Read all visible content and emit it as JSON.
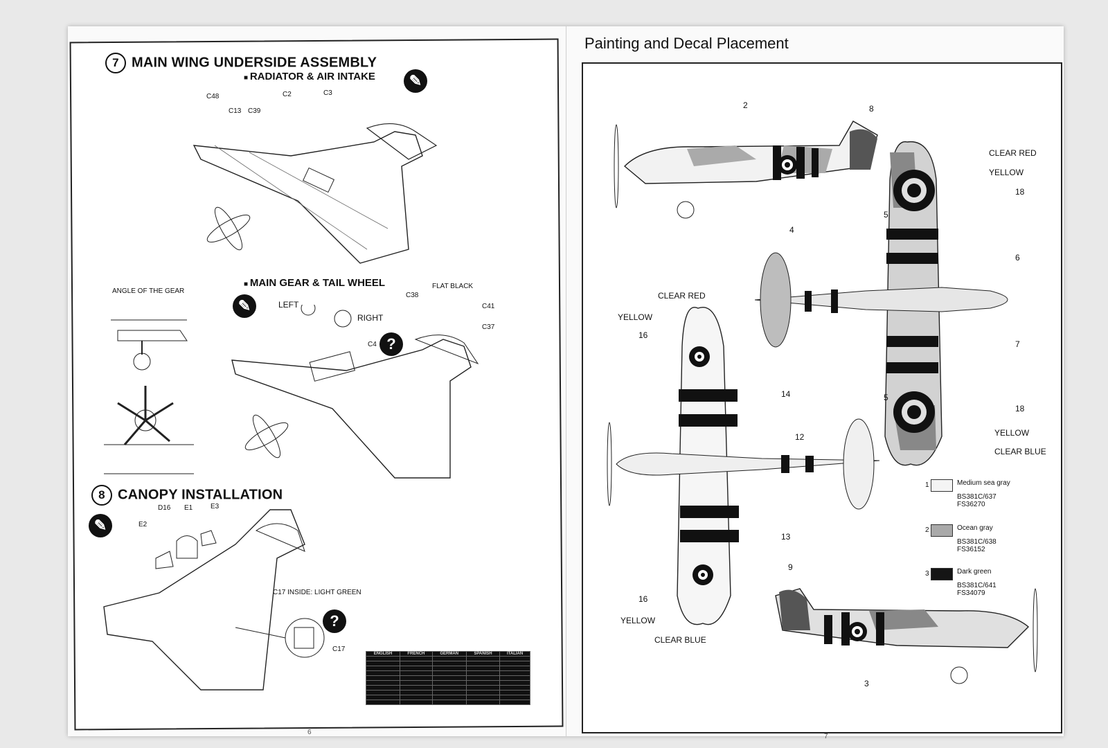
{
  "left_page": {
    "step7": {
      "number": "7",
      "title": "MAIN WING UNDERSIDE ASSEMBLY",
      "sub1": "RADIATOR & AIR INTAKE",
      "parts1": [
        "C48",
        "C13",
        "C39",
        "C2",
        "C3"
      ],
      "sub2": "MAIN GEAR & TAIL WHEEL",
      "angle_label": "ANGLE OF THE GEAR",
      "left_label": "LEFT",
      "right_label": "RIGHT",
      "flat_black": "FLAT BLACK",
      "parts2": [
        "C38",
        "C41",
        "C37",
        "C4"
      ]
    },
    "step8": {
      "number": "8",
      "title": "CANOPY INSTALLATION",
      "parts": [
        "D16",
        "E1",
        "E3",
        "E2",
        "C17"
      ],
      "c17_note": "C17 INSIDE: LIGHT GREEN"
    },
    "color_table": {
      "headers": [
        "ENGLISH",
        "FRENCH",
        "GERMAN",
        "SPANISH",
        "ITALIAN"
      ]
    },
    "page_number": "6"
  },
  "right_page": {
    "title": "Painting and Decal Placement",
    "callouts": {
      "top_view": [
        "2",
        "8",
        "4"
      ],
      "upper": [
        "CLEAR RED",
        "YELLOW",
        "18",
        "5",
        "6",
        "7",
        "5",
        "18",
        "YELLOW",
        "CLEAR BLUE"
      ],
      "lower": [
        "CLEAR RED",
        "YELLOW",
        "16",
        "14",
        "12",
        "13",
        "16",
        "YELLOW",
        "CLEAR BLUE"
      ],
      "bottom_view": [
        "9",
        "3"
      ]
    },
    "legend": [
      {
        "num": "1",
        "name": "Medium sea gray",
        "codes": [
          "BS381C/637",
          "FS36270"
        ],
        "color": "#f4f4f4"
      },
      {
        "num": "2",
        "name": "Ocean gray",
        "codes": [
          "BS381C/638",
          "FS36152"
        ],
        "color": "#a9a9a9"
      },
      {
        "num": "3",
        "name": "Dark green",
        "codes": [
          "BS381C/641",
          "FS34079"
        ],
        "color": "#151515"
      }
    ],
    "page_number": "7"
  }
}
